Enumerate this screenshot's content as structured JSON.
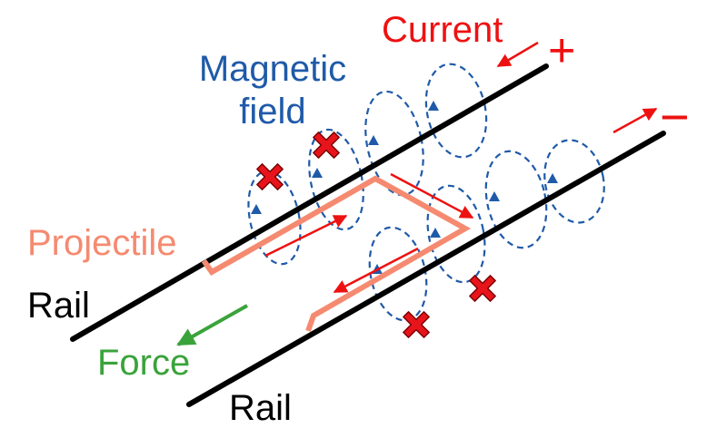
{
  "labels": {
    "current": "Current",
    "plus": "+",
    "minus": "−",
    "magnetic_line1": "Magnetic",
    "magnetic_line2": "field",
    "projectile": "Projectile",
    "rail_top": "Rail",
    "rail_bottom": "Rail",
    "force": "Force"
  },
  "colors": {
    "rail": "#000000",
    "current": "#ee1111",
    "field": "#1f5aa8",
    "projectile": "#f58a70",
    "force": "#3aa33a",
    "marker_fill": "#e8141c",
    "marker_stroke": "#7a0000"
  },
  "icons": {
    "field_into_page": "x-cross-icon",
    "direction": "arrow-icon"
  }
}
